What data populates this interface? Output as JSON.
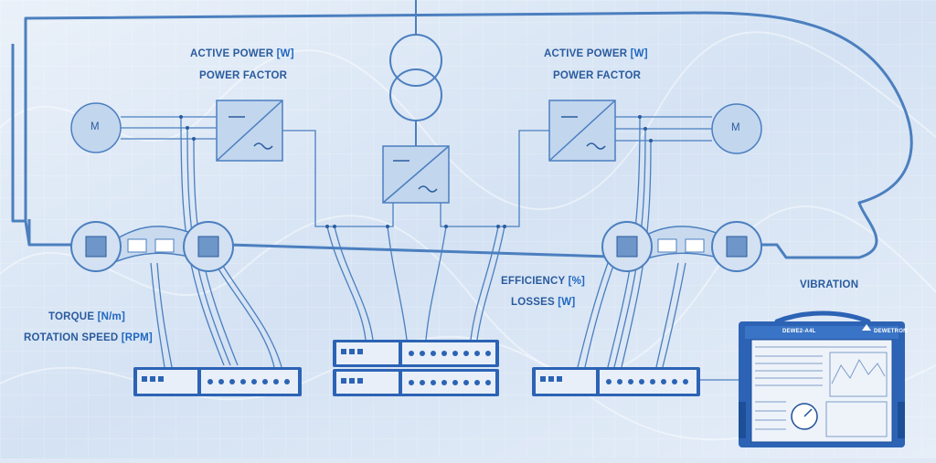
{
  "labels": {
    "left_active_power": "ACTIVE POWER",
    "left_active_power_unit": "[W]",
    "left_power_factor": "POWER FACTOR",
    "right_active_power": "ACTIVE POWER",
    "right_active_power_unit": "[W]",
    "right_power_factor": "POWER FACTOR",
    "efficiency": "EFFICIENCY",
    "efficiency_unit": "[%]",
    "losses": "LOSSES",
    "losses_unit": "[W]",
    "torque": "TORQUE",
    "torque_unit": "[N/m]",
    "rotation_speed": "ROTATION SPEED",
    "rotation_speed_unit": "[RPM]",
    "vibration": "VIBRATION"
  },
  "motors": {
    "left": "M",
    "right": "M"
  },
  "instrument": {
    "model": "DEWE2-A4L",
    "brand": "DEWETRON"
  },
  "colors": {
    "line": "#4b7fbf",
    "box_fill": "#c2d6ee",
    "accent": "#2a5b9e",
    "device_blue": "#2c63b5"
  },
  "icons": [
    "motor-icon",
    "converter-icon",
    "transformer-icon",
    "bogie-icon",
    "daq-module-icon",
    "dewetron-logo-icon"
  ]
}
